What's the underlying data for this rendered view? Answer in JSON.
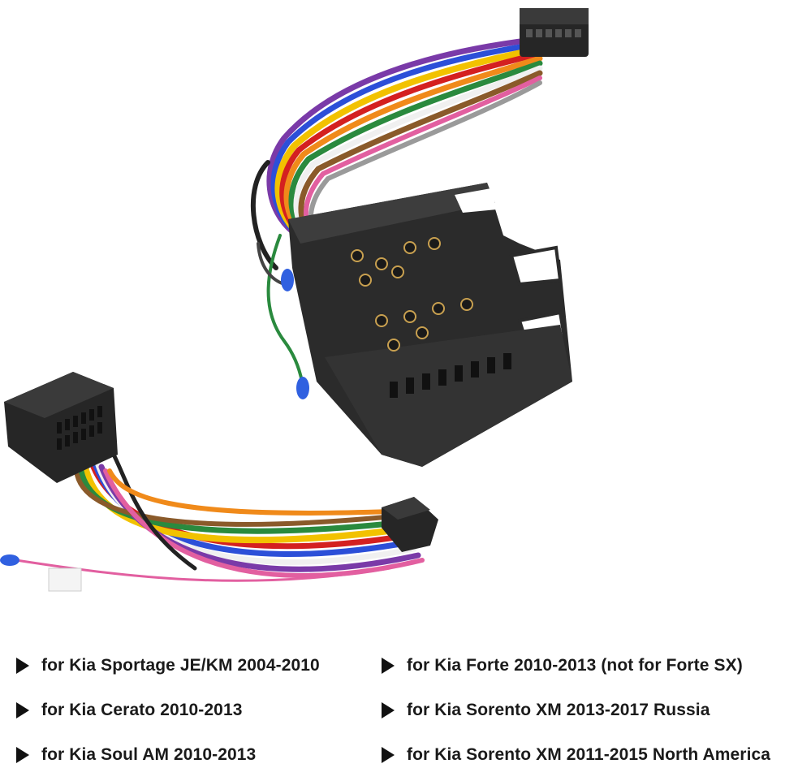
{
  "product": {
    "icons": [
      "iso-connector-icon",
      "16-pin-plug-icon",
      "wiring-harness-icon",
      "kia-oem-connector-icon"
    ],
    "colors": {
      "connector_body": "#2b2b2b",
      "wire_yellow": "#f2c200",
      "wire_red": "#d42020",
      "wire_blue": "#2c4fd8",
      "wire_green": "#2a8a3e",
      "wire_pink": "#e25fa0",
      "wire_purple": "#7a3aa8",
      "wire_orange": "#f08a1a"
    }
  },
  "compatibility": [
    {
      "label": "for Kia Sportage JE/KM 2004-2010"
    },
    {
      "label": "for Kia Cerato 2010-2013"
    },
    {
      "label": "for Kia Soul AM 2010-2013"
    },
    {
      "label": "for Kia Forte 2010-2013 (not for Forte SX)"
    },
    {
      "label": "for Kia Sorento XM 2013-2017 Russia"
    },
    {
      "label": "for Kia Sorento XM 2011-2015 North America"
    }
  ]
}
